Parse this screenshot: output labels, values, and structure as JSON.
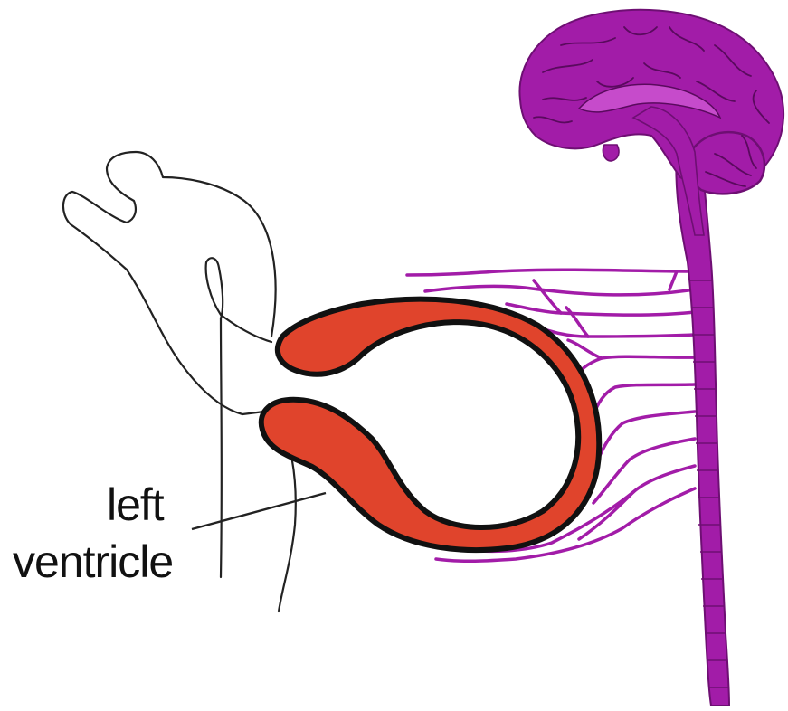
{
  "diagram": {
    "label_lines": [
      "left",
      "ventricle"
    ],
    "colors": {
      "ventricle_fill": "#E0442C",
      "outline": "#111111",
      "nervous_system": "#A21CA8",
      "nervous_detail": "#6E0F73",
      "hand_outline": "#222222",
      "background": "#FFFFFF"
    },
    "parts": [
      "hand-outline",
      "left-ventricle",
      "brain",
      "spinal-cord",
      "nerve-fibers"
    ]
  }
}
